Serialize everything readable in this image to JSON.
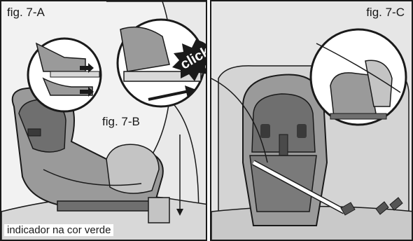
{
  "panels": {
    "left": {
      "fig_a_label": "fig. 7-A",
      "fig_b_label": "fig. 7-B",
      "click_label": "click",
      "indicator_label": "indicador na cor verde"
    },
    "right": {
      "fig_c_label": "fig. 7-C"
    }
  },
  "colors": {
    "line": "#1a1a1a",
    "seat_dark": "#6f6f6f",
    "seat_mid": "#9a9a9a",
    "seat_light": "#c4c4c4",
    "background": "#f2f2f2"
  }
}
